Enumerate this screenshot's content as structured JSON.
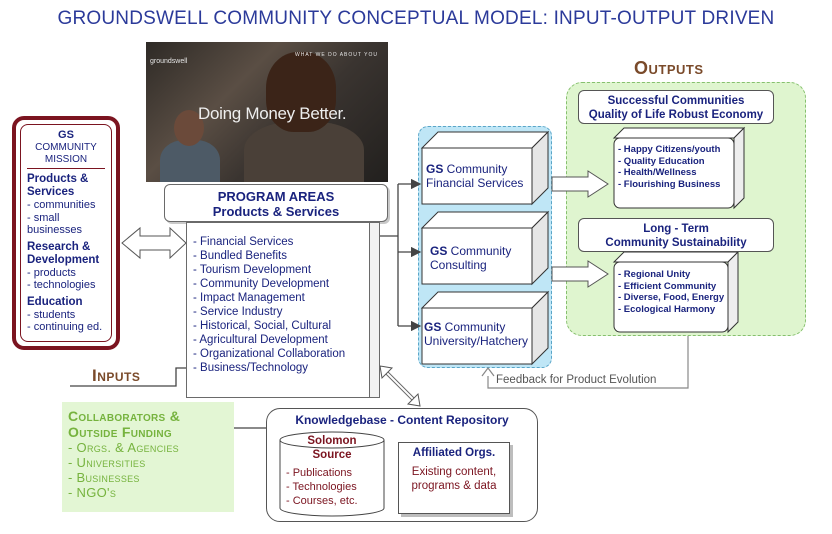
{
  "title": "GROUNDSWELL COMMUNITY CONCEPTUAL MODEL: INPUT-OUTPUT DRIVEN",
  "mission": {
    "title_strong": "GS",
    "title_rest": "COMMUNITY MISSION",
    "sections": [
      {
        "heading": "Products & Services",
        "items": [
          "- communities",
          "- small businesses"
        ]
      },
      {
        "heading": "Research & Development",
        "items": [
          "- products",
          "- technologies"
        ]
      },
      {
        "heading": "Education",
        "items": [
          "- students",
          "- continuing ed."
        ]
      }
    ]
  },
  "photo": {
    "brand": "groundswell",
    "nav": "WHAT WE DO    ABOUT YOU",
    "tagline": "Doing Money Better."
  },
  "program": {
    "heading_line1": "PROGRAM AREAS",
    "heading_line2": "Products & Services",
    "items": [
      "- Financial Services",
      "- Bundled Benefits",
      "- Tourism Development",
      "- Community Development",
      "- Impact Management",
      "- Service Industry",
      "- Historical, Social, Cultural",
      "- Agricultural Development",
      "- Organizational Collaboration",
      "- Business/Technology"
    ]
  },
  "gs_units": [
    {
      "strong": "GS",
      "rest": " Community",
      "line2": "Financial Services"
    },
    {
      "strong": "GS",
      "rest": " Community",
      "line2": "Consulting"
    },
    {
      "strong": "GS",
      "rest": " Community",
      "line2": "University/Hatchery"
    }
  ],
  "outputs": {
    "label": "Outputs",
    "success_line1": "Successful Communities",
    "success_line2": "Quality of Life  Robust Economy",
    "success_items": [
      "- Happy Citizens/youth",
      "- Quality Education",
      "- Health/Wellness",
      "- Flourishing Business"
    ],
    "longterm_line1": "Long - Term",
    "longterm_line2": "Community Sustainability",
    "longterm_items": [
      "- Regional Unity",
      "- Efficient Community",
      "- Diverse, Food, Energy",
      "- Ecological Harmony"
    ]
  },
  "feedback": "Feedback for Product Evolution",
  "inputs": {
    "label": "Inputs",
    "collab_line1": "Collaborators &",
    "collab_line2": "Outside Funding",
    "items": [
      "- Orgs. & Agencies",
      "- Universities",
      "-  Businesses",
      "- NGO's"
    ]
  },
  "knowledge": {
    "title": "Knowledgebase - Content Repository",
    "solomon_line1": "Solomon",
    "solomon_line2": "Source",
    "solomon_items": [
      "- Publications",
      "- Technologies",
      "- Courses, etc."
    ],
    "affil_title": "Affiliated Orgs.",
    "affil_body_line1": "Existing content,",
    "affil_body_line2": "programs & data"
  },
  "colors": {
    "title_blue": "#2b3a9a",
    "navy_text": "#1a237e",
    "maroon": "#7b1420",
    "light_blue_panel": "#bfe6f6",
    "light_green_panel": "#dff5cf",
    "input_green": "#76b33e",
    "brown_label": "#7a4a2a"
  }
}
